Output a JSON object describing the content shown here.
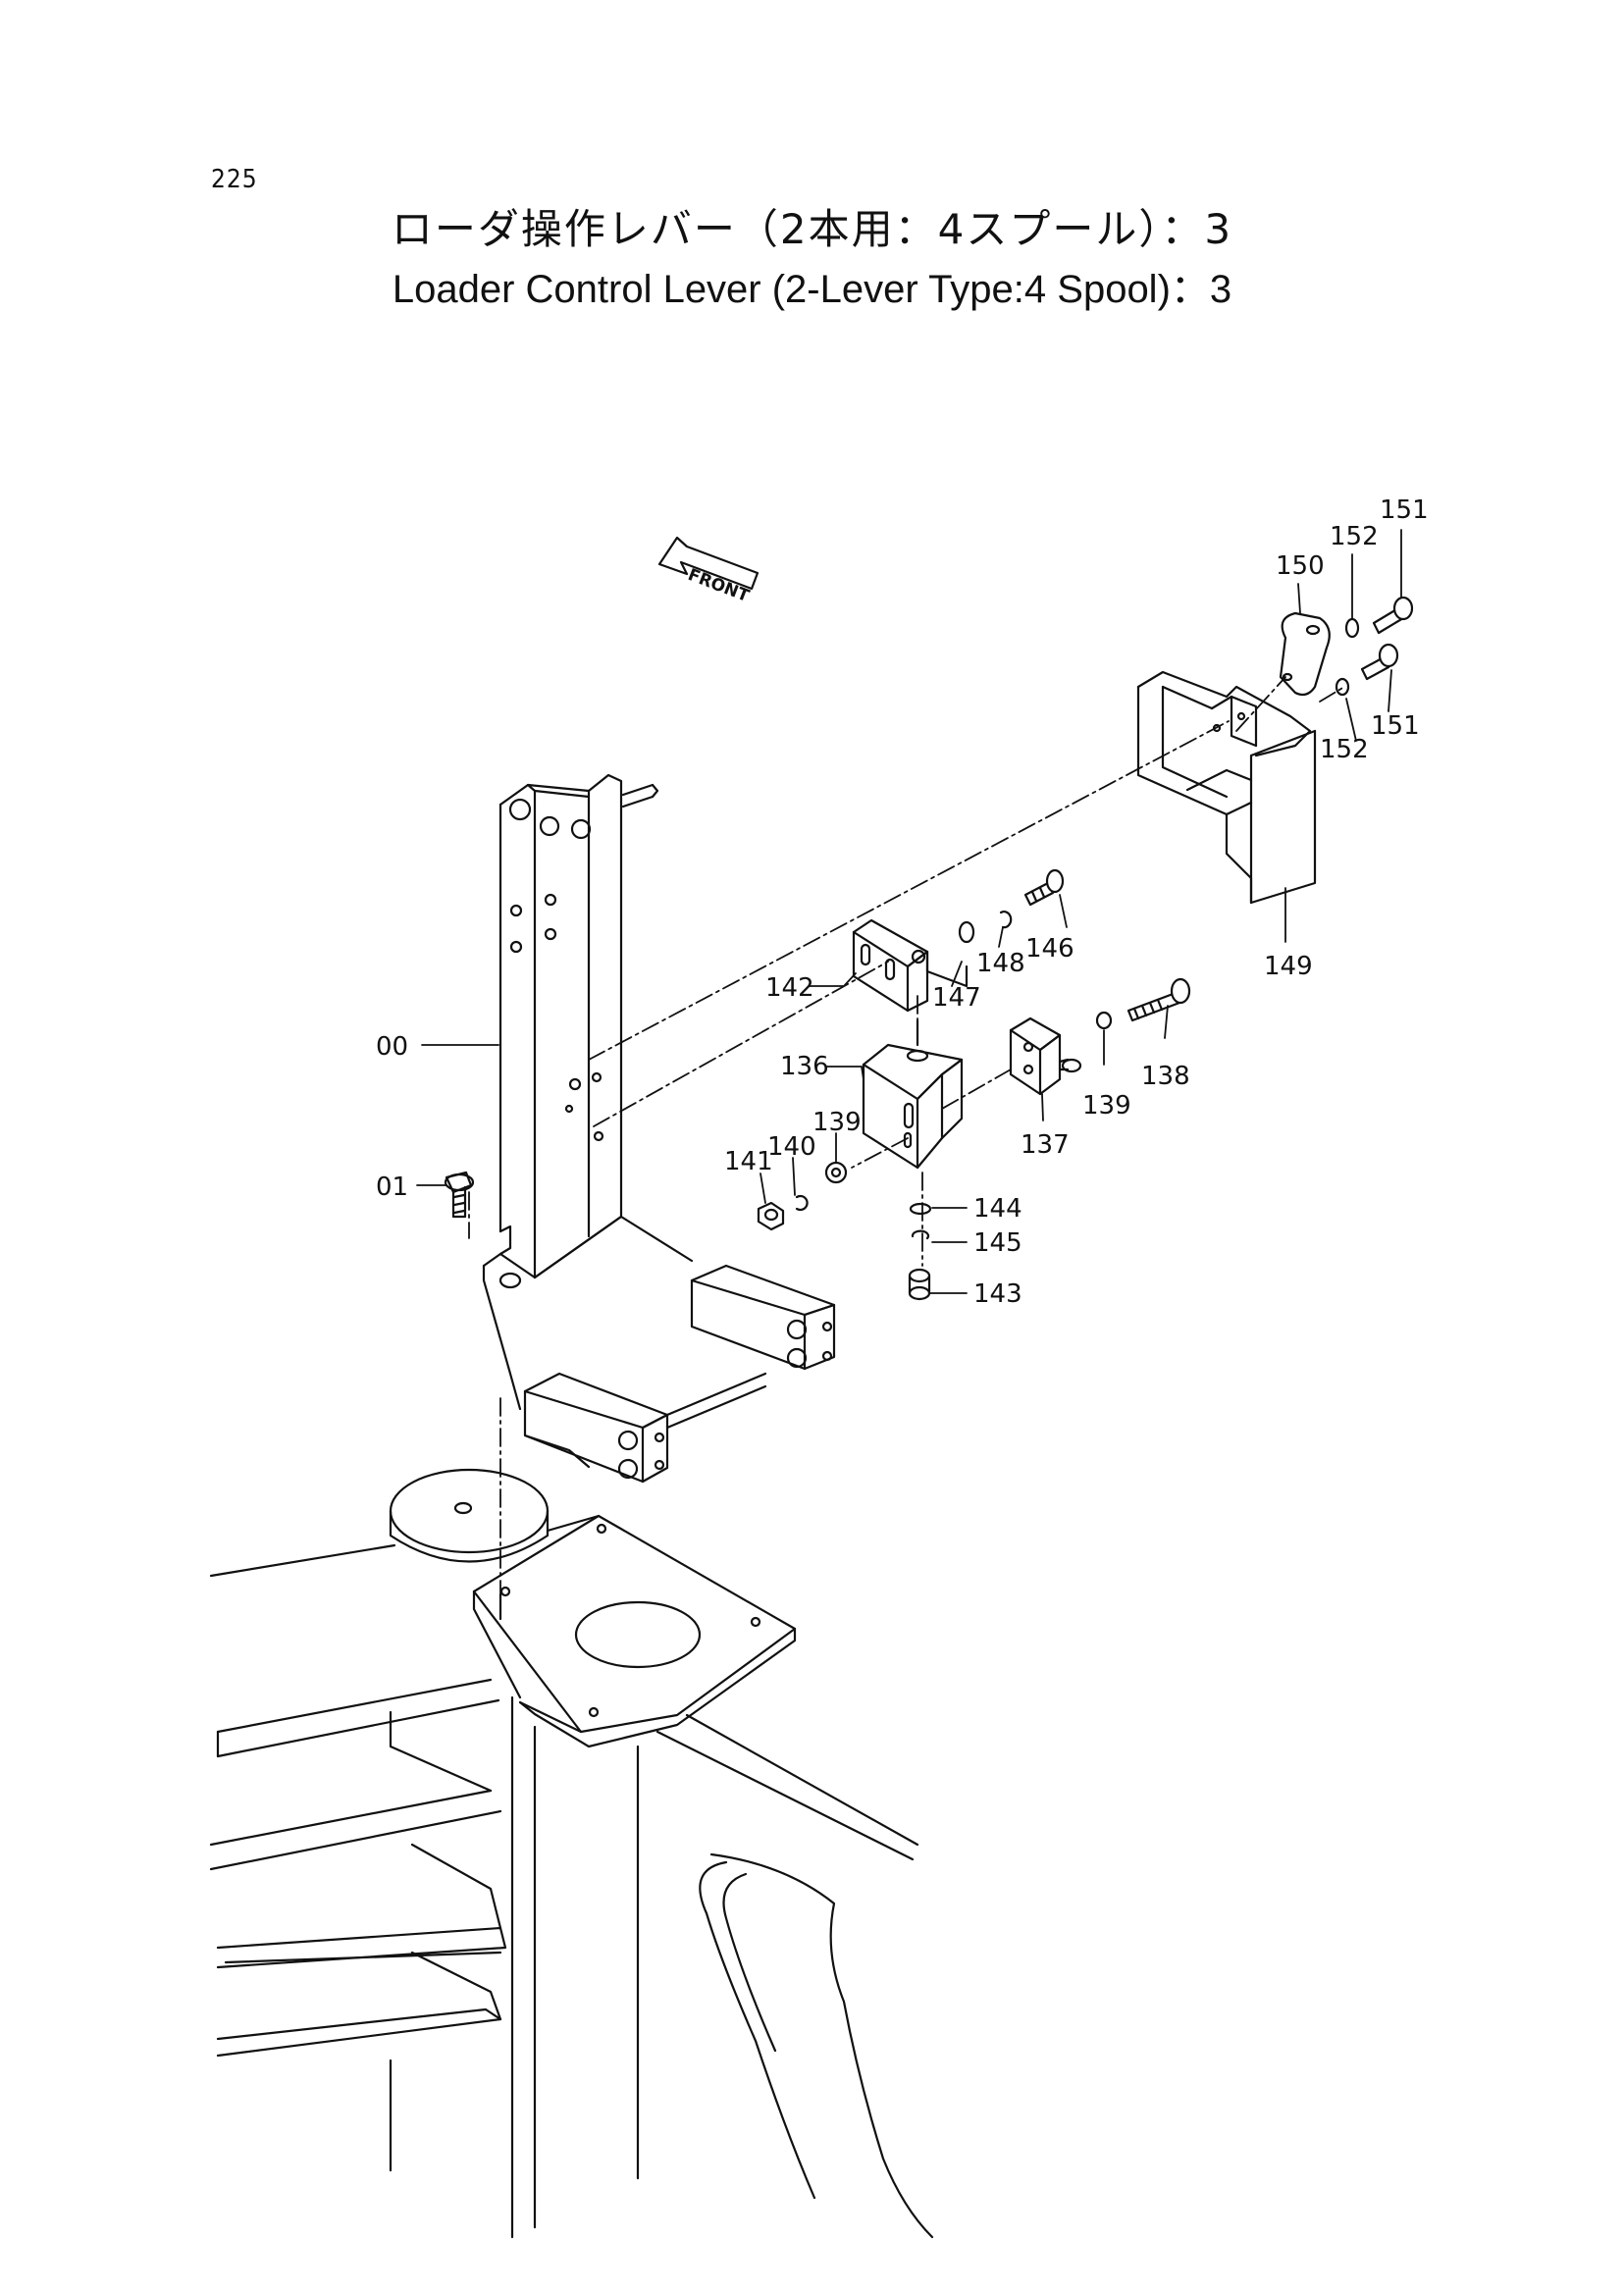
{
  "page_number": "225",
  "title_jp": "ローダ操作レバー（2本用：4スプール）：3",
  "title_en": "Loader Control Lever (2-Lever Type:4 Spool)：3",
  "direction_label": "FRONT",
  "part_labels": {
    "p00": "00",
    "p01": "01",
    "p136": "136",
    "p137": "137",
    "p138": "138",
    "p139a": "139",
    "p139b": "139",
    "p140": "140",
    "p141": "141",
    "p142": "142",
    "p143": "143",
    "p144": "144",
    "p145": "145",
    "p146": "146",
    "p147": "147",
    "p148": "148",
    "p149": "149",
    "p150": "150",
    "p151a": "151",
    "p151b": "151",
    "p152a": "152",
    "p152b": "152"
  }
}
